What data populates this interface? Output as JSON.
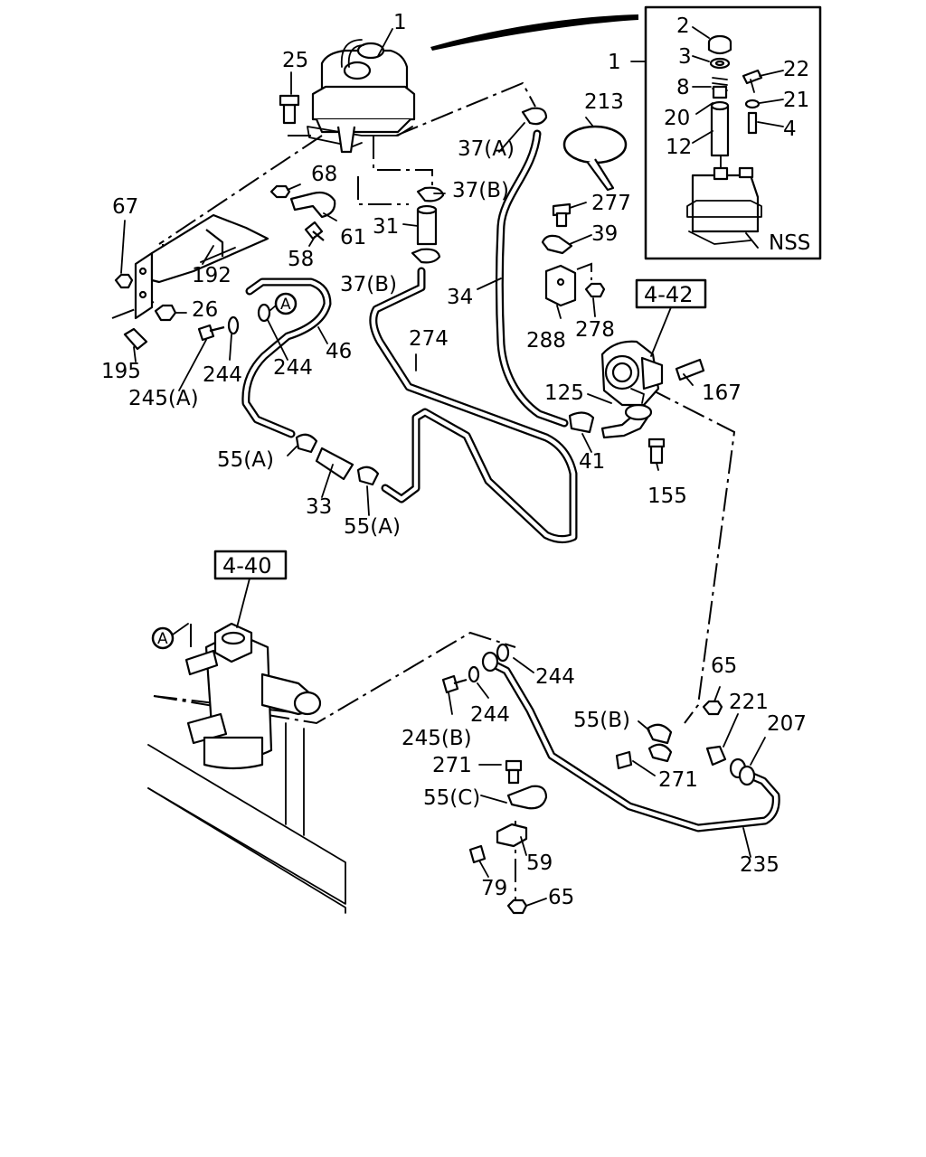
{
  "labels": {
    "l1": "1",
    "l1b": "1",
    "l2": "2",
    "l3": "3",
    "l4": "4",
    "l8": "8",
    "l12": "12",
    "l20": "20",
    "l21": "21",
    "l22": "22",
    "lnss": "NSS",
    "l25": "25",
    "l213": "213",
    "l37a": "37(A)",
    "l37b1": "37(B)",
    "l37b2": "37(B)",
    "l68": "68",
    "l67": "67",
    "l61": "61",
    "l31": "31",
    "l58": "58",
    "l277": "277",
    "l39": "39",
    "l192": "192",
    "l26": "26",
    "l34": "34",
    "l288": "288",
    "l278": "278",
    "l46": "46",
    "l244a": "244",
    "l244b": "244",
    "l274": "274",
    "l195": "195",
    "l245a": "245(A)",
    "l167": "167",
    "l125": "125",
    "l41": "41",
    "l155": "155",
    "l55a1": "55(A)",
    "l33": "33",
    "l55a2": "55(A)",
    "l65a": "65",
    "l244c": "244",
    "l244d": "244",
    "l55b": "55(B)",
    "l221": "221",
    "l207": "207",
    "l245b": "245(B)",
    "l271a": "271",
    "l271b": "271",
    "l55c": "55(C)",
    "l59": "59",
    "l235": "235",
    "l79": "79",
    "l65b": "65"
  },
  "refs": {
    "r442": "4-42",
    "r440": "4-40"
  },
  "circles": {
    "ca1": "A",
    "ca2": "A"
  }
}
